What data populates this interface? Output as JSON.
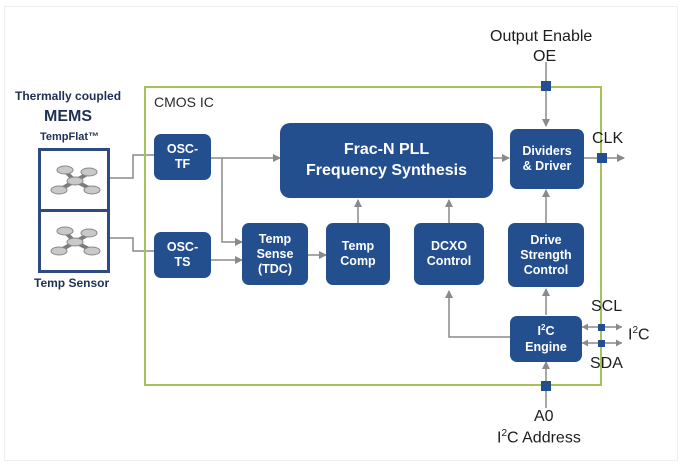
{
  "package": {
    "thermally_coupled": "Thermally coupled",
    "mems": "MEMS",
    "tempflat": "TempFlat™",
    "temp_sensor": "Temp Sensor"
  },
  "chip": {
    "label": "CMOS IC"
  },
  "blocks": {
    "osc_tf": "OSC-\nTF",
    "osc_ts": "OSC-\nTS",
    "pll": "Frac-N PLL\nFrequency Synthesis",
    "dividers": "Dividers\n& Driver",
    "temp_sense": "Temp\nSense\n(TDC)",
    "temp_comp": "Temp\nComp",
    "dcxo": "DCXO\nControl",
    "drive_strength": "Drive\nStrength\nControl",
    "i2c_prefix": "I",
    "i2c_sup": "2",
    "i2c_suffix": "C",
    "i2c_engine": "Engine"
  },
  "signals": {
    "output_enable": "Output Enable",
    "oe": "OE",
    "clk": "CLK",
    "scl": "SCL",
    "sda": "SDA",
    "i2c_prefix": "I",
    "i2c_sup": "2",
    "i2c_suffix": "C",
    "a0": "A0",
    "address_suffix": "C Address"
  }
}
